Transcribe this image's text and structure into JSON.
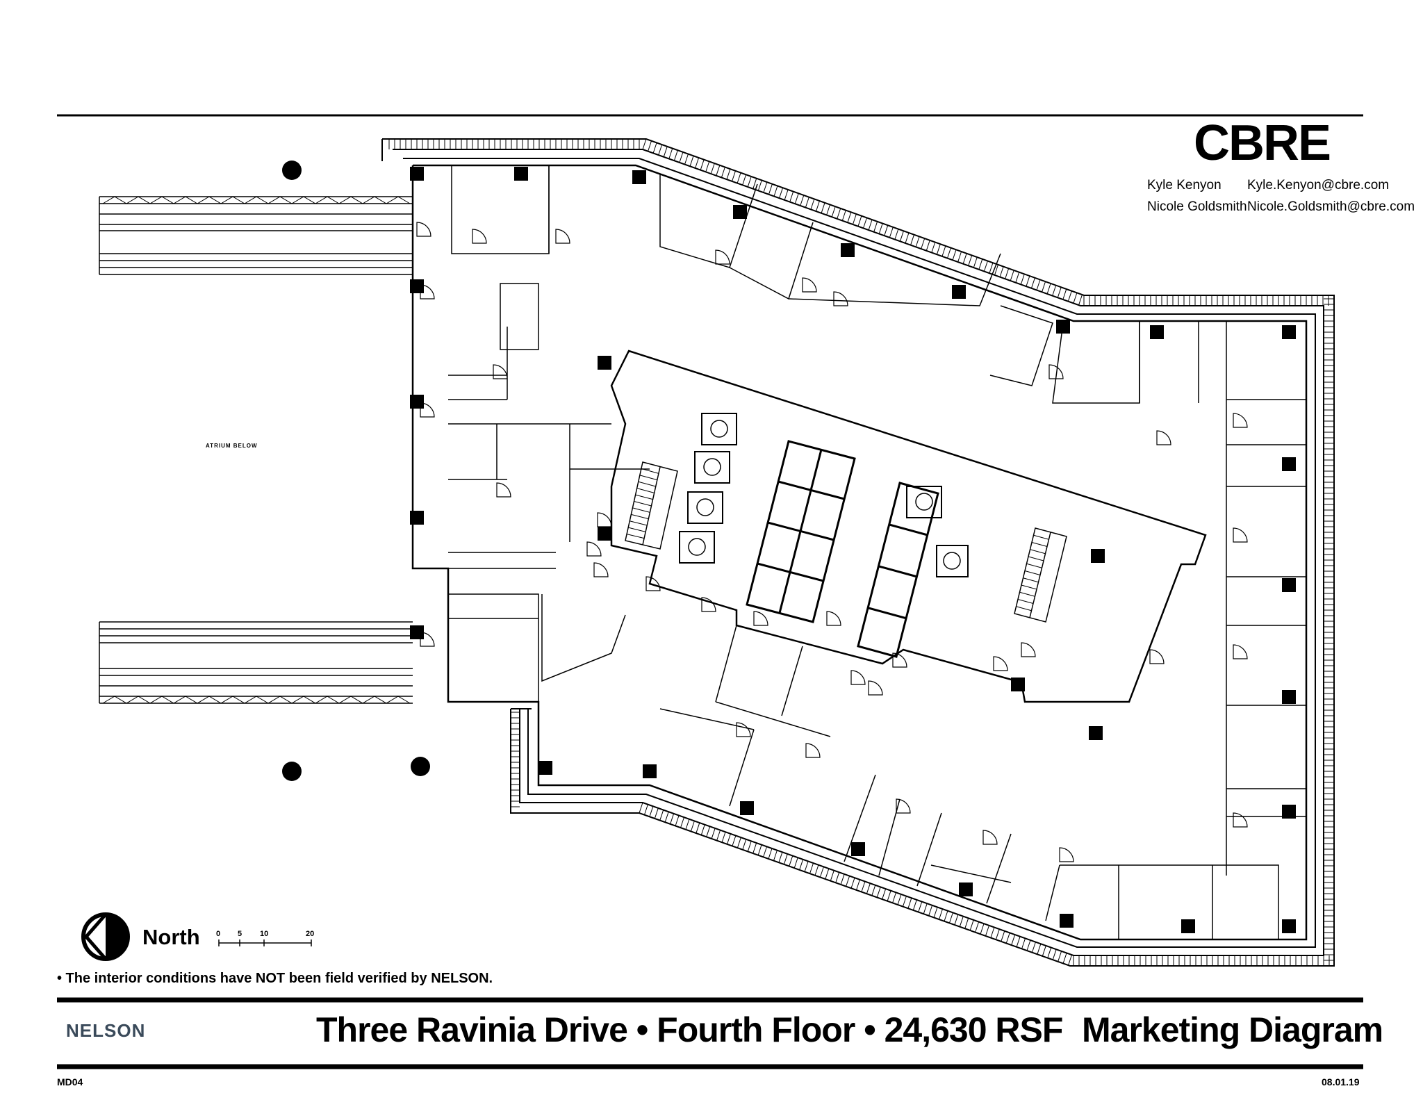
{
  "header": {
    "logo_text": "CBRE",
    "contacts": [
      {
        "name": "Kyle Kenyon",
        "email": "Kyle.Kenyon@cbre.com"
      },
      {
        "name": "Nicole Goldsmith",
        "email": "Nicole.Goldsmith@cbre.com"
      }
    ]
  },
  "plan": {
    "atrium_label": "ATRIUM BELOW",
    "north_label": "North",
    "scale_ticks": [
      "0",
      "5",
      "10",
      "20"
    ]
  },
  "disclaimer": "• The interior conditions have NOT been field verified by NELSON.",
  "footer": {
    "firm": "NELSON",
    "title": "Three Ravinia Drive • Fourth Floor • 24,630 RSF",
    "subtitle": "Marketing Diagram",
    "sheet_code": "MD04",
    "date": "08.01.19"
  },
  "colors": {
    "ink": "#000000",
    "paper": "#ffffff",
    "firm": "#3a4a5a"
  }
}
